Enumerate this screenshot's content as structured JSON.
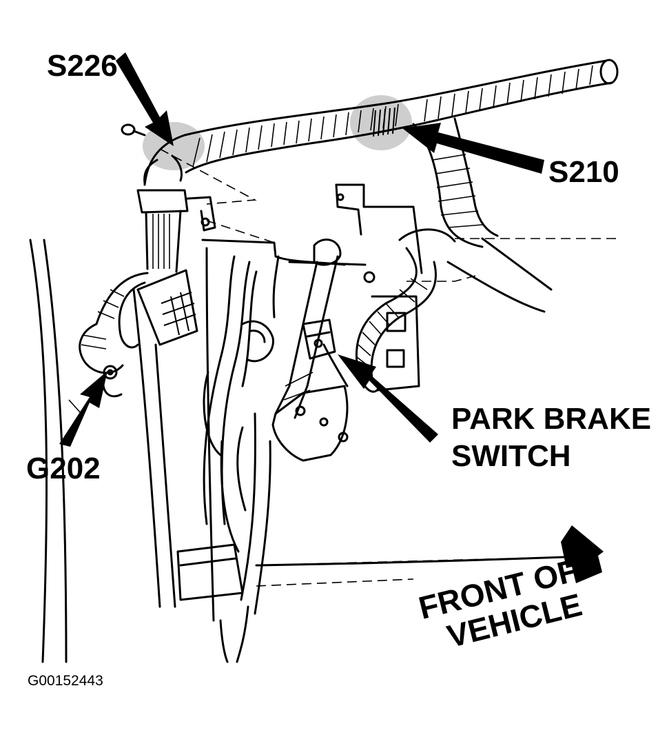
{
  "labels": {
    "s226": "S226",
    "s210": "S210",
    "g202": "G202",
    "park_brake_line1": "PARK BRAKE",
    "park_brake_line2": "SWITCH",
    "front_of_line1": "FRONT OF",
    "front_of_line2": "VEHICLE"
  },
  "figure_id": "G00152443",
  "colors": {
    "ink": "#000000",
    "paper": "#ffffff",
    "splice_shade": "#bdbdbd"
  },
  "icons": {
    "direction_arrow": "front-of-vehicle-arrow-icon",
    "callout_arrows": "callout-arrow-icon"
  }
}
